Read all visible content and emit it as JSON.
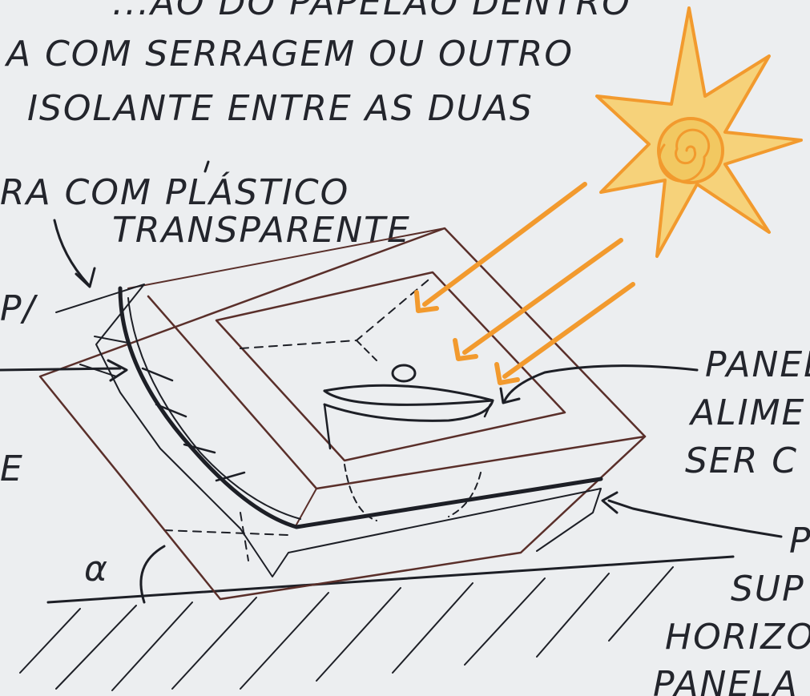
{
  "texts": {
    "line1": "...ÃO DO PAPELÃO DENTRO",
    "line2": "A  COM SERRAGEM OU OUTRO",
    "line3": "ISOLANTE  ENTRE  AS DUAS",
    "line4": "RA  COM  PLÁSTICO",
    "line5": "TRANSPARENTE",
    "left1": "P/",
    "left2": "E",
    "right1": "PANEL",
    "right2": "ALIME",
    "right3": "SER  C",
    "right4": "P",
    "right5": "SUP",
    "right6": "HORIZON",
    "right7": "PANELA",
    "alpha": "α"
  },
  "colors": {
    "paper": "#eceef0",
    "ink": "#1d1f26",
    "brown_ink": "#5a2f2a",
    "sun_orange": "#f29a2e",
    "sun_fill": "#f6d27a"
  },
  "icons": {
    "sun": "sun-icon",
    "rays": "arrow-icon"
  }
}
